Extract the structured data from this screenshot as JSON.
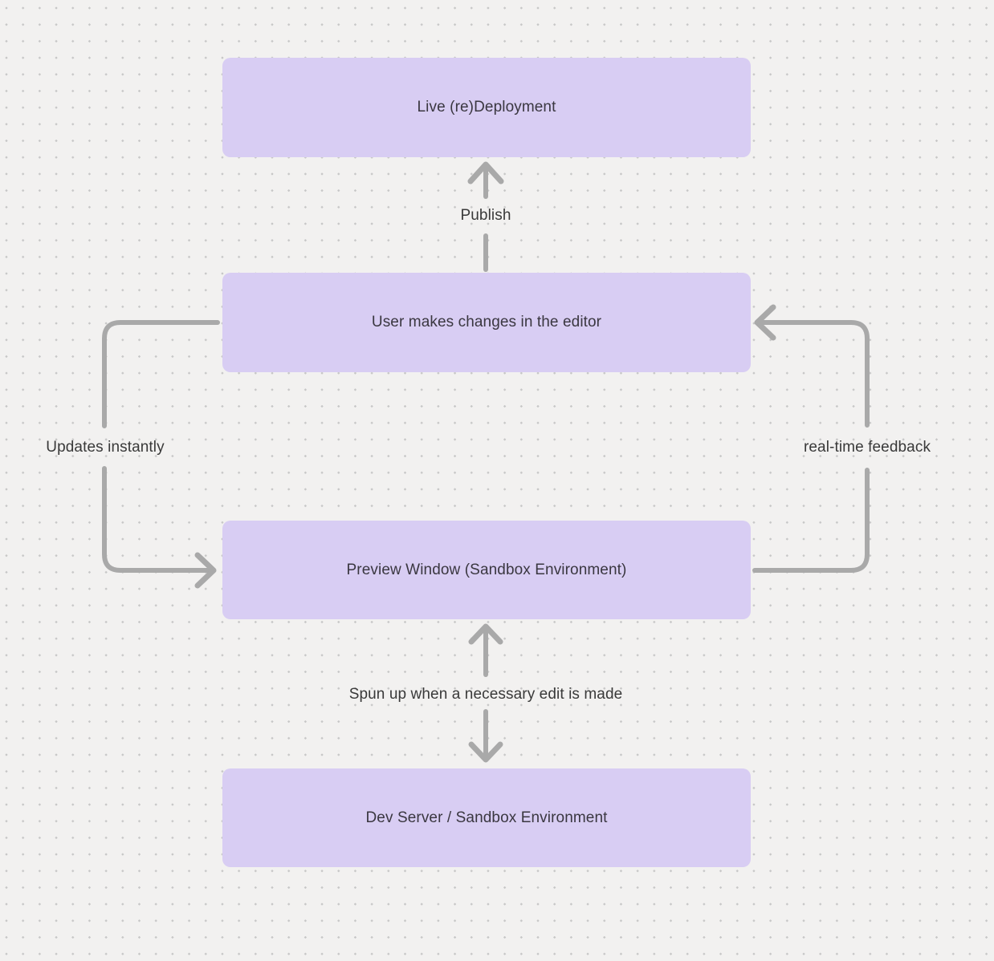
{
  "diagram": {
    "nodes": [
      {
        "id": "live-deployment",
        "label": "Live (re)Deployment"
      },
      {
        "id": "editor",
        "label": "User makes changes in the editor"
      },
      {
        "id": "preview-window",
        "label": "Preview Window (Sandbox Environment)"
      },
      {
        "id": "dev-server",
        "label": "Dev Server / Sandbox Environment"
      }
    ],
    "edges": [
      {
        "from": "editor",
        "to": "live-deployment",
        "label": "Publish",
        "direction": "up"
      },
      {
        "from": "editor",
        "to": "preview-window",
        "label": "Updates instantly",
        "direction": "left-loop-down"
      },
      {
        "from": "preview-window",
        "to": "editor",
        "label": "real-time feedback",
        "direction": "right-loop-up"
      },
      {
        "from": "preview-window",
        "to": "dev-server",
        "label": "Spun up when a necessary edit is made",
        "direction": "bidirectional"
      }
    ],
    "colors": {
      "background": "#f2f1f0",
      "grid_dot": "#c7c7c7",
      "node_fill": "#d8cdf3",
      "node_text": "#3a3740",
      "connector": "#a9a9a9",
      "label_text": "#393939"
    }
  }
}
